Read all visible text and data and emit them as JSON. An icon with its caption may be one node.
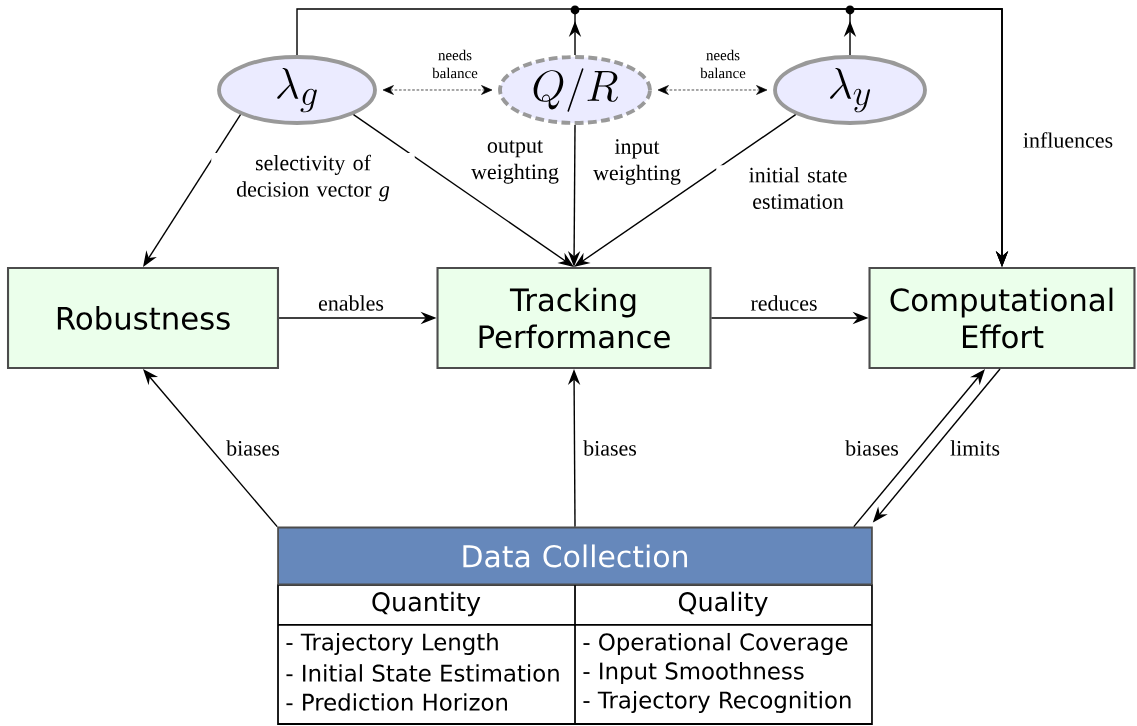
{
  "diagram": {
    "nodes": [
      {
        "text": [
          "\\lambda_g"
        ]
      },
      {
        "text": [
          "Q/R"
        ]
      },
      {
        "text": [
          "\\lambda_y"
        ]
      },
      {
        "text": [
          "Robustness"
        ]
      },
      {
        "text": [
          "Tracking Performance"
        ]
      },
      {
        "text": [
          "Computational Effort"
        ]
      },
      {
        "text": [
          "Data Collection"
        ]
      }
    ],
    "edges": [
      {
        "from": 0,
        "to": 3,
        "arrow": "to",
        "label": "selectivity of decision vector *g*"
      },
      {
        "from": 0,
        "to": 4,
        "arrow": "to"
      },
      {
        "from": 1,
        "to": 4,
        "arrow": "to",
        "label": "output weighting"
      },
      {
        "from": 2,
        "to": 4,
        "arrow": "to",
        "label": "initial state estimation"
      },
      {
        "from": 0,
        "to": 1,
        "arrow": "both",
        "label": "needs balance",
        "style": "dashed"
      },
      {
        "from": 1,
        "to": 2,
        "arrow": "both",
        "label": "needs balance",
        "style": "dashed"
      },
      {
        "from": 0,
        "to": 5,
        "arrow": "to",
        "label": "influences"
      },
      {
        "from": 1,
        "to": 5,
        "arrow": "to"
      },
      {
        "from": 2,
        "to": 5,
        "arrow": "to"
      },
      {
        "from": 3,
        "to": 4,
        "arrow": "to",
        "label": "enables"
      },
      {
        "from": 4,
        "to": 5,
        "arrow": "to",
        "label": "reduces"
      },
      {
        "from": 6,
        "to": 3,
        "arrow": "to",
        "label": "biases"
      },
      {
        "from": 6,
        "to": 4,
        "arrow": "to",
        "label": "biases"
      },
      {
        "from": 6,
        "to": 5,
        "arrow": "to",
        "label": "biases"
      },
      {
        "from": 5,
        "to": 6,
        "arrow": "to",
        "label": "limits"
      }
    ],
    "labels": [
      "input weighting",
      "Quantity",
      "Quality",
      "- Trajectory Length",
      "- Operational Coverage",
      "- Initial State Estimation",
      "- Input Smoothness",
      "- Prediction Horizon",
      "- Trajectory Recognition"
    ]
  }
}
